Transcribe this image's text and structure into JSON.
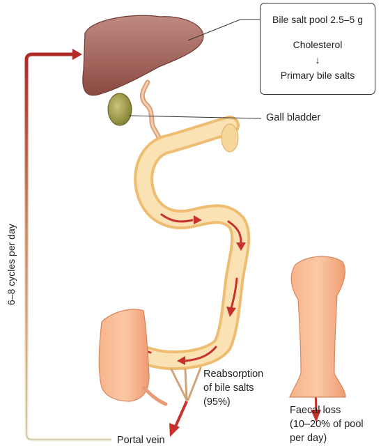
{
  "labels": {
    "pool_line1": "Bile salt pool 2.5–5 g",
    "pool_line2": "Cholesterol",
    "pool_arrow": "↓",
    "pool_line3": "Primary bile salts",
    "gall_bladder": "Gall bladder",
    "reabsorption_1": "Reabsorption",
    "reabsorption_2": "of bile salts",
    "reabsorption_3": "(95%)",
    "faecal_1": "Faecal loss",
    "faecal_2": "(10–20% of pool",
    "faecal_3": "per day)",
    "portal_vein": "Portal vein",
    "cycles": "6–8 cycles per day"
  },
  "colors": {
    "liver": "#9a5a52",
    "gall_bladder": "#8a8a3a",
    "intestine": "#f6d69a",
    "colon": "#f2a37a",
    "arrow_red": "#c8302a",
    "loop_start": "#eef0d0",
    "loop_end": "#b42a26"
  }
}
